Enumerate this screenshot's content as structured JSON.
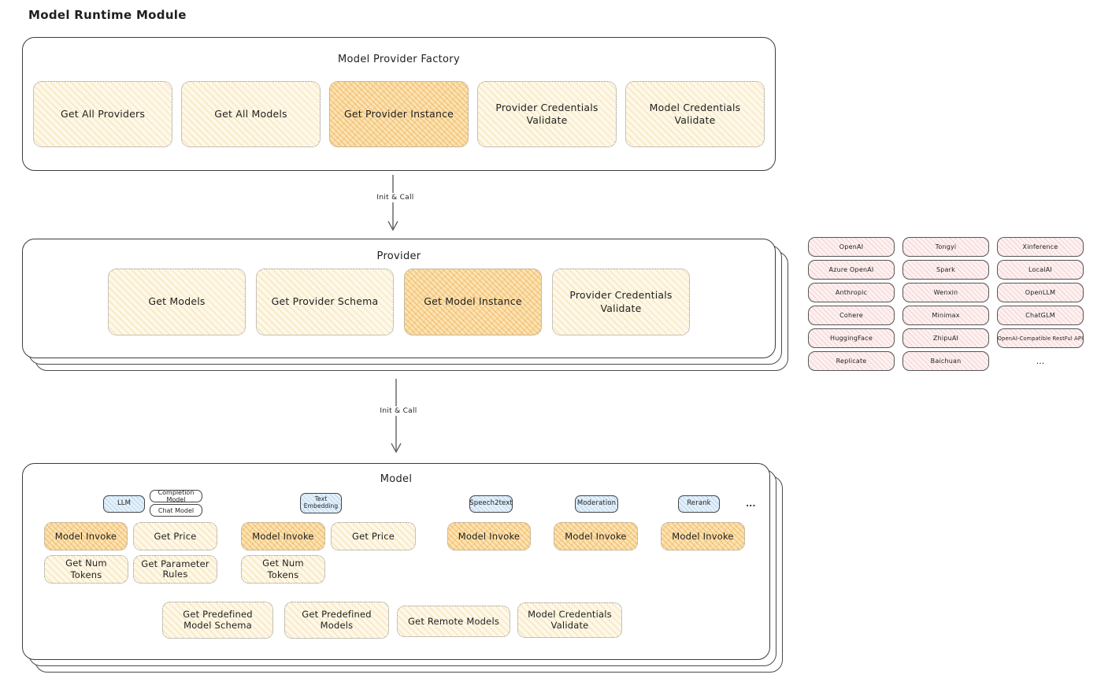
{
  "page_title": "Model Runtime Module",
  "accents": {
    "node_fill": "#fdf8e9",
    "node_highlight_fill": "#fbe4b6",
    "provider_chip_fill": "#fdf1f1",
    "model_type_fill": "#e4f1fb",
    "stroke": "#3c3c3c"
  },
  "factory": {
    "title": "Model Provider Factory",
    "buttons": [
      {
        "label": "Get All Providers",
        "highlighted": false
      },
      {
        "label": "Get All Models",
        "highlighted": false
      },
      {
        "label": "Get Provider Instance",
        "highlighted": true
      },
      {
        "label": "Provider Credentials Validate",
        "highlighted": false
      },
      {
        "label": "Model Credentials Validate",
        "highlighted": false
      }
    ]
  },
  "arrows": {
    "factory_to_provider": "Init & Call",
    "provider_to_model": "Init & Call"
  },
  "provider": {
    "title": "Provider",
    "buttons": [
      {
        "label": "Get Models",
        "highlighted": false
      },
      {
        "label": "Get Provider Schema",
        "highlighted": false
      },
      {
        "label": "Get Model Instance",
        "highlighted": true
      },
      {
        "label": "Provider Credentials Validate",
        "highlighted": false
      }
    ]
  },
  "providers": {
    "col1": [
      "OpenAI",
      "Azure OpenAI",
      "Anthropic",
      "Cohere",
      "HuggingFace",
      "Replicate"
    ],
    "col2": [
      "Tongyi",
      "Spark",
      "Wenxin",
      "Minimax",
      "ZhipuAI",
      "Baichuan"
    ],
    "col3": [
      "Xinference",
      "LocalAI",
      "OpenLLM",
      "ChatGLM",
      "OpenAI-Compatible RestFul API"
    ],
    "more": "..."
  },
  "model": {
    "title": "Model",
    "types": {
      "llm": "LLM",
      "completion": "Completion Model",
      "chat": "Chat Model",
      "text_embedding": "Text Embedding",
      "speech2text": "Speech2text",
      "moderation": "Moderation",
      "rerank": "Rerank",
      "more": "..."
    },
    "ops": {
      "llm_invoke": "Model Invoke",
      "llm_get_price": "Get Price",
      "llm_get_num_tokens": "Get Num Tokens",
      "llm_get_parameter_rules": "Get Parameter Rules",
      "emb_invoke": "Model Invoke",
      "emb_get_price": "Get Price",
      "emb_get_num_tokens": "Get Num Tokens",
      "speech2text_invoke": "Model Invoke",
      "moderation_invoke": "Model Invoke",
      "rerank_invoke": "Model Invoke",
      "get_predefined_model_schema": "Get Predefined Model Schema",
      "get_predefined_models": "Get Predefined Models",
      "get_remote_models": "Get Remote Models",
      "model_credentials_validate": "Model Credentials Validate"
    }
  }
}
